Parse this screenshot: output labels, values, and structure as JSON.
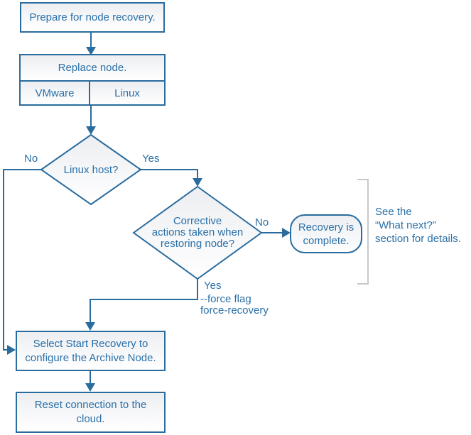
{
  "colors": {
    "line": "#2A6C9E",
    "text": "#2A70A8",
    "bracket": "#C6C9CB",
    "node_fill_top": "#ECEEF1",
    "node_fill_bottom": "#FFFFFF"
  },
  "nodes": {
    "prepare": {
      "label": "Prepare for node recovery."
    },
    "replace": {
      "label": "Replace node.",
      "options": [
        "VMware",
        "Linux"
      ]
    },
    "linux_host": {
      "label": "Linux host?"
    },
    "corrective": {
      "lines": [
        "Corrective",
        "actions taken when",
        "restoring node?"
      ]
    },
    "recovery_complete": {
      "lines": [
        "Recovery is",
        "complete."
      ]
    },
    "select_start": {
      "lines": [
        "Select Start Recovery to",
        "configure the Archive Node."
      ]
    },
    "reset_connection": {
      "lines": [
        "Reset connection to the",
        "cloud."
      ]
    }
  },
  "labels": {
    "linux_host_no": "No",
    "linux_host_yes": "Yes",
    "corrective_no": "No",
    "corrective_yes": "Yes",
    "force_flag_line1": "--force flag",
    "force_flag_line2": "force-recovery",
    "see_note_line1": "See the",
    "see_note_line2": "“What next?”",
    "see_note_line3": "section for details."
  }
}
